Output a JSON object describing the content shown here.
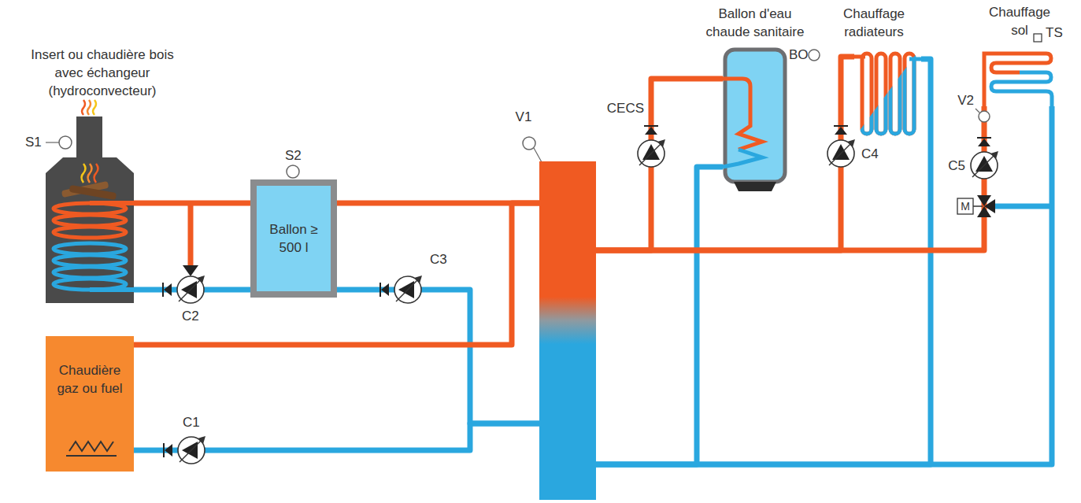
{
  "diagram": {
    "nodes": [
      {
        "text": [
          "Insert ou chaudière bois avec échangeur (hydroconvecteur)"
        ]
      },
      {
        "text": [
          "Ballon ≥ 500 l"
        ]
      },
      {
        "text": [
          "Chaudière gaz ou fuel"
        ]
      },
      {
        "text": [
          "V1"
        ]
      },
      {
        "text": [
          "Ballon d'eau chaude sanitaire"
        ]
      },
      {
        "text": [
          "Chauffage radiateurs"
        ]
      },
      {
        "text": [
          "Chauffage sol"
        ]
      }
    ],
    "edges": [
      {
        "from": 0,
        "to": 1,
        "arrow": "none"
      },
      {
        "from": 1,
        "to": 0,
        "arrow": "none"
      },
      {
        "from": 1,
        "to": 3,
        "arrow": "none"
      },
      {
        "from": 1,
        "to": 3,
        "arrow": "none"
      },
      {
        "from": 2,
        "to": 3,
        "arrow": "none"
      },
      {
        "from": 2,
        "to": 3,
        "arrow": "none"
      },
      {
        "from": 3,
        "to": 4,
        "arrow": "none"
      },
      {
        "from": 4,
        "to": 3,
        "arrow": "none"
      },
      {
        "from": 3,
        "to": 5,
        "arrow": "none"
      },
      {
        "from": 5,
        "to": 3,
        "arrow": "none"
      },
      {
        "from": 3,
        "to": 6,
        "arrow": "none"
      },
      {
        "from": 6,
        "to": 3,
        "arrow": "none"
      }
    ],
    "labels": [
      "S1",
      "S2",
      "C2",
      "C3",
      "C1",
      "CECS",
      "BO",
      "C4",
      "C5",
      "V2",
      "TS",
      "M"
    ]
  }
}
